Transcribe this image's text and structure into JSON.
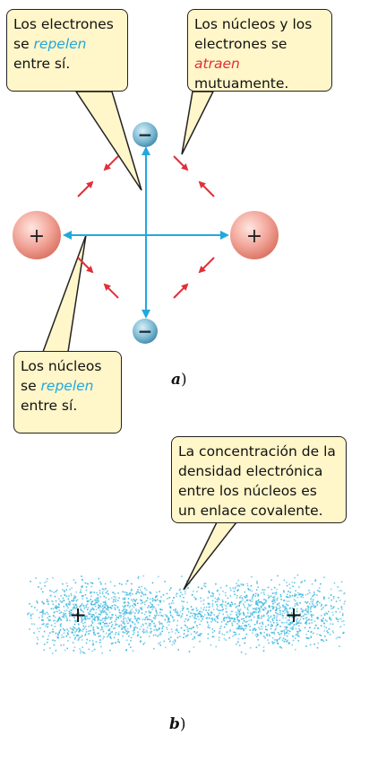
{
  "callouts": {
    "electrons_repel": {
      "line1": "Los electrones",
      "line2_pre": "se ",
      "line2_em": "repelen",
      "line3": "entre sí."
    },
    "attract": {
      "line1": "Los núcleos y los",
      "line2_pre": "electrones se ",
      "line2_em": "atraen",
      "line3": "mutuamente."
    },
    "nuclei_repel": {
      "line1": "Los núcleos",
      "line2_pre": "se ",
      "line2_em": "repelen",
      "line3": "entre sí."
    },
    "concentration": {
      "line1": "La concentración de la",
      "line2": "densidad electrónica",
      "line3": "entre los núcleos es",
      "line4": "un enlace covalente."
    }
  },
  "symbols": {
    "plus": "+",
    "minus": "−"
  },
  "panel_labels": {
    "a": "a",
    "b": "b",
    "close": ")"
  },
  "colors": {
    "callout_bg": "#fff6c9",
    "attraction_arrow": "#e0303a",
    "repulsion_arrow": "#22a8dd",
    "nucleus": "#f2a69a",
    "electron": "#5aa7c4",
    "electron_cloud": "#3db7e0"
  }
}
